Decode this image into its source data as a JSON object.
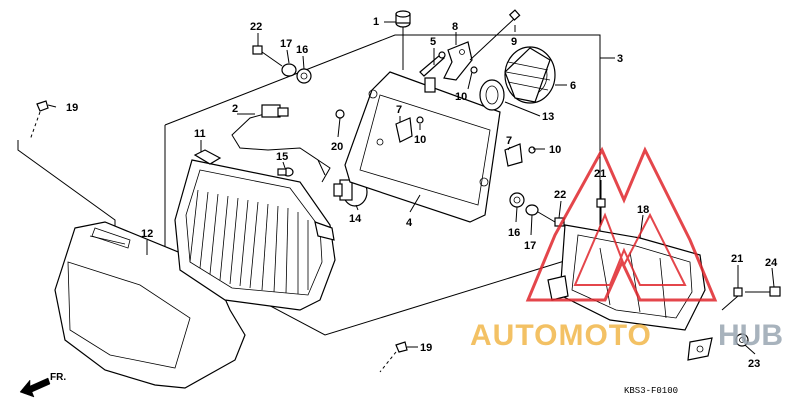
{
  "diagram": {
    "code": "KBS3-F0100",
    "direction_label": "FR.",
    "watermark": {
      "text_a": "AUTOMOTO",
      "text_b": "HUB",
      "color_a": "#f2b74a",
      "color_b": "#9aa6b2",
      "color_logo": "#e0262c"
    },
    "callouts": [
      {
        "id": "c1",
        "label": "1"
      },
      {
        "id": "c2",
        "label": "2"
      },
      {
        "id": "c3",
        "label": "3"
      },
      {
        "id": "c4",
        "label": "4"
      },
      {
        "id": "c5",
        "label": "5"
      },
      {
        "id": "c6",
        "label": "6"
      },
      {
        "id": "c7a",
        "label": "7"
      },
      {
        "id": "c7b",
        "label": "7"
      },
      {
        "id": "c8",
        "label": "8"
      },
      {
        "id": "c9",
        "label": "9"
      },
      {
        "id": "c10a",
        "label": "10"
      },
      {
        "id": "c10b",
        "label": "10"
      },
      {
        "id": "c10c",
        "label": "10"
      },
      {
        "id": "c11",
        "label": "11"
      },
      {
        "id": "c12",
        "label": "12"
      },
      {
        "id": "c13",
        "label": "13"
      },
      {
        "id": "c14",
        "label": "14"
      },
      {
        "id": "c15",
        "label": "15"
      },
      {
        "id": "c16a",
        "label": "16"
      },
      {
        "id": "c16b",
        "label": "16"
      },
      {
        "id": "c17a",
        "label": "17"
      },
      {
        "id": "c17b",
        "label": "17"
      },
      {
        "id": "c18",
        "label": "18"
      },
      {
        "id": "c19a",
        "label": "19"
      },
      {
        "id": "c19b",
        "label": "19"
      },
      {
        "id": "c20",
        "label": "20"
      },
      {
        "id": "c21a",
        "label": "21"
      },
      {
        "id": "c21b",
        "label": "21"
      },
      {
        "id": "c22a",
        "label": "22"
      },
      {
        "id": "c22b",
        "label": "22"
      },
      {
        "id": "c23",
        "label": "23"
      },
      {
        "id": "c24",
        "label": "24"
      }
    ]
  }
}
